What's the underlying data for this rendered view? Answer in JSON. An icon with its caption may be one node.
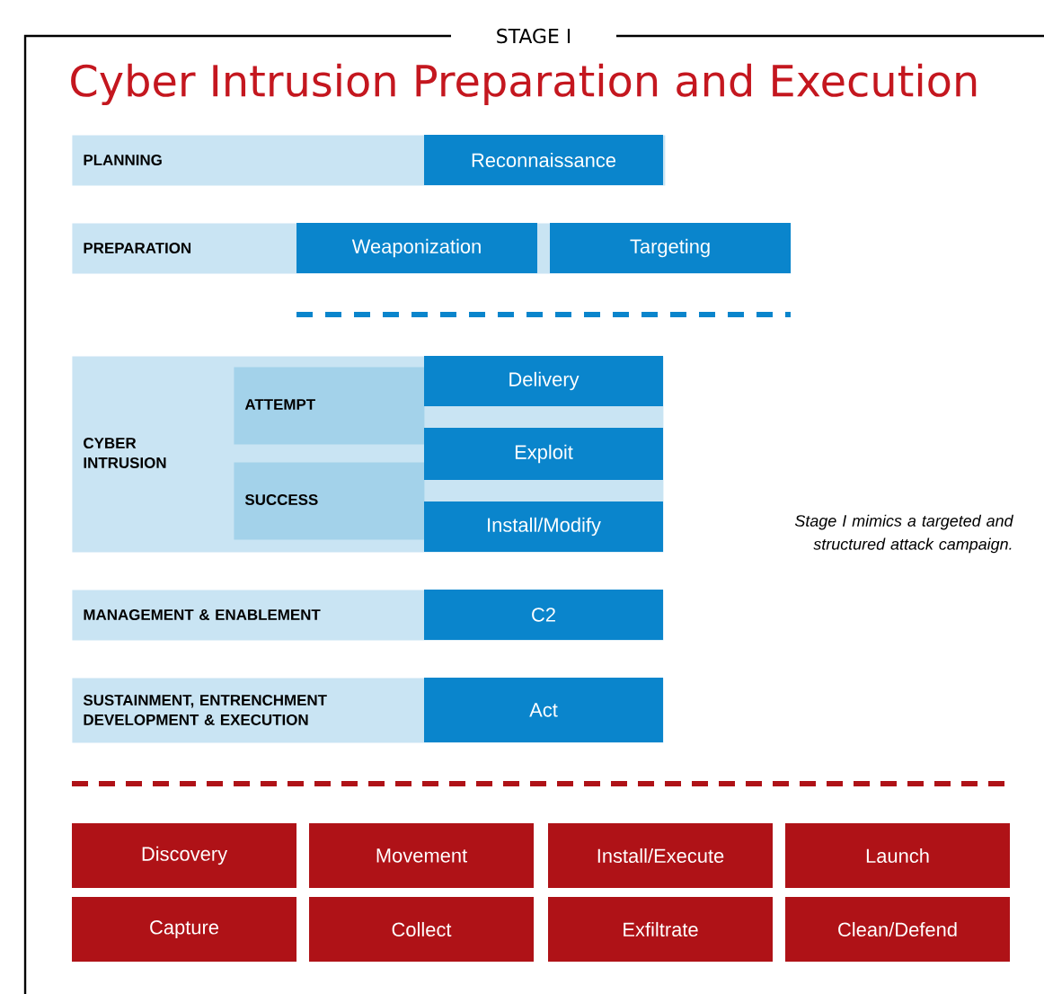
{
  "diagram": {
    "title": "Cyber Intrusion Preparation and Execution",
    "nodes": [
      {
        "text": [
          "STAGE I"
        ]
      },
      {
        "text": [
          "PLANNING"
        ],
        "in": 0
      },
      {
        "text": [
          "Reconnaissance"
        ],
        "in": 1
      },
      {
        "text": [
          "PREPARATION"
        ],
        "in": 0
      },
      {
        "text": [
          "Weaponization"
        ],
        "in": 3
      },
      {
        "text": [
          "Targeting"
        ],
        "in": 3
      },
      {
        "text": [
          "CYBER INTRUSION"
        ],
        "in": 0
      },
      {
        "text": [
          "ATTEMPT"
        ],
        "in": 6
      },
      {
        "text": [
          "SUCCESS"
        ],
        "in": 6
      },
      {
        "text": [
          "Delivery"
        ],
        "in": 6
      },
      {
        "text": [
          "Exploit"
        ],
        "in": 6
      },
      {
        "text": [
          "Install/Modify"
        ],
        "in": 6
      },
      {
        "text": [
          "MANAGEMENT & ENABLEMENT"
        ],
        "in": 0
      },
      {
        "text": [
          "C2"
        ],
        "in": 12
      },
      {
        "text": [
          "SUSTAINMENT, ENTRENCHMENT DEVELOPMENT & EXECUTION"
        ],
        "in": 0
      },
      {
        "text": [
          "Act"
        ],
        "in": 14
      },
      {
        "text": [
          "Discovery"
        ],
        "in": 0
      },
      {
        "text": [
          "Movement"
        ],
        "in": 0
      },
      {
        "text": [
          "Install/Execute"
        ],
        "in": 0
      },
      {
        "text": [
          "Launch"
        ],
        "in": 0
      },
      {
        "text": [
          "Capture"
        ],
        "in": 0
      },
      {
        "text": [
          "Collect"
        ],
        "in": 0
      },
      {
        "text": [
          "Exfiltrate"
        ],
        "in": 0
      },
      {
        "text": [
          "Clean/Defend"
        ],
        "in": 0
      }
    ],
    "edges": [],
    "labels": [
      "Stage I mimics a targeted and structured attack campaign."
    ]
  }
}
